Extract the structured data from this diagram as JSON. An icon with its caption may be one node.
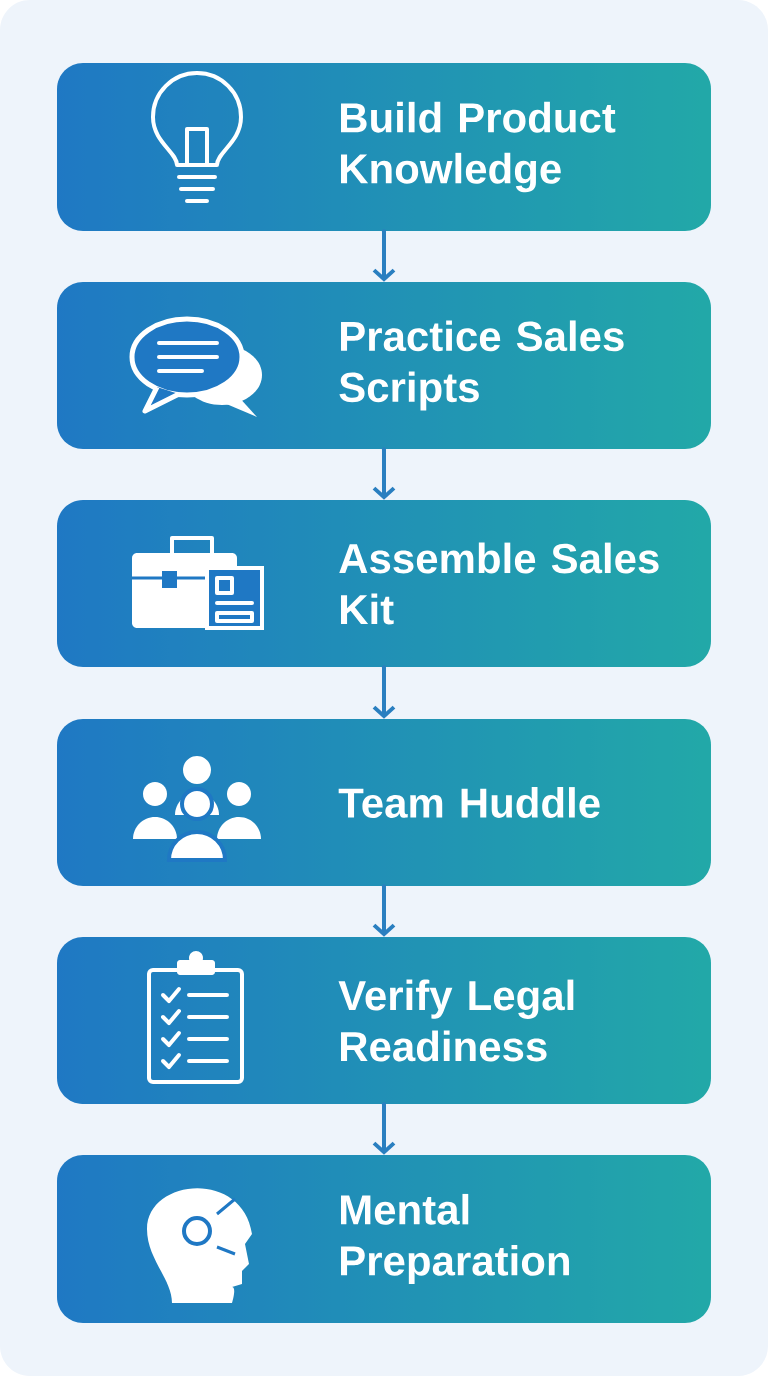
{
  "diagram": {
    "nodes": [
      {
        "text": [
          "Build Product Knowledge"
        ]
      },
      {
        "text": [
          "Practice Sales Scripts"
        ]
      },
      {
        "text": [
          "Assemble Sales Kit"
        ]
      },
      {
        "text": [
          "Team Huddle"
        ]
      },
      {
        "text": [
          "Verify Legal Readiness"
        ]
      },
      {
        "text": [
          "Mental Preparation"
        ]
      }
    ],
    "edges": [
      {
        "from": 0,
        "to": 1,
        "arrow": "to"
      },
      {
        "from": 1,
        "to": 2,
        "arrow": "to"
      },
      {
        "from": 2,
        "to": 3,
        "arrow": "to"
      },
      {
        "from": 3,
        "to": 4,
        "arrow": "to"
      },
      {
        "from": 4,
        "to": 5,
        "arrow": "to"
      }
    ]
  }
}
